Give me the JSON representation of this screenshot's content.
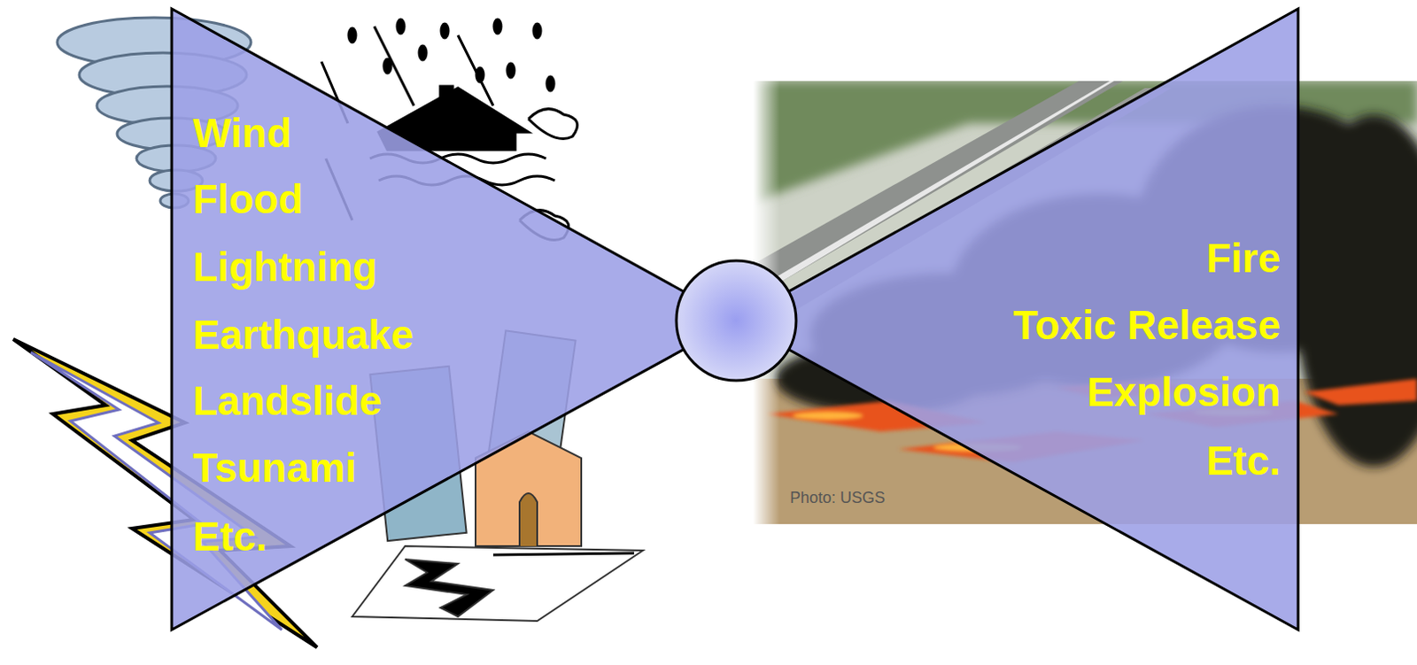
{
  "diagram": {
    "nodes": [
      {
        "text": [
          "Wind",
          "Flood",
          "Lightning",
          "Earthquake",
          "Landslide",
          "Tsunami",
          "Etc."
        ]
      },
      {
        "text": [
          "Fire",
          "Toxic Release",
          "Explosion",
          "Etc."
        ]
      }
    ],
    "labels": [
      "Photo: USGS"
    ]
  }
}
